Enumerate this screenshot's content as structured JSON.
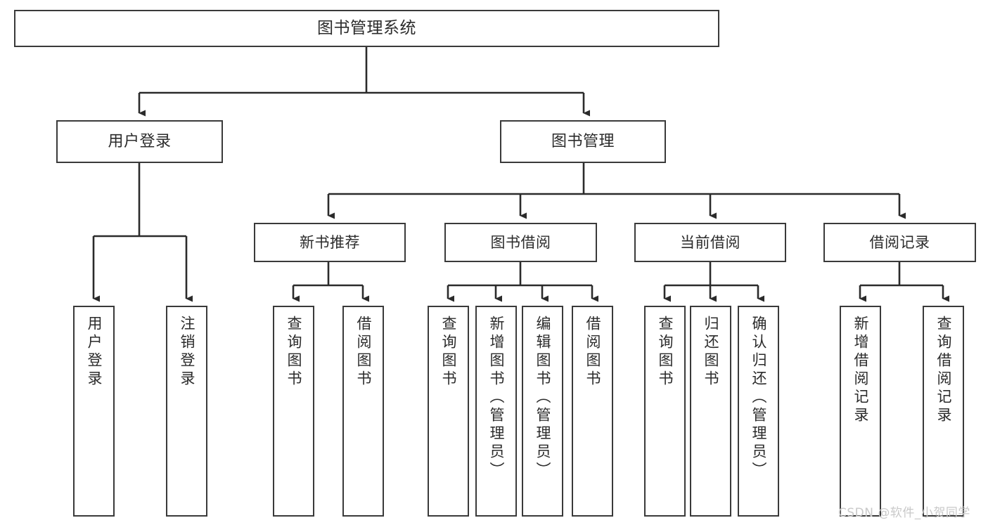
{
  "diagram": {
    "type": "tree",
    "title": "图书管理系统",
    "orientation": "top-down",
    "colors": {
      "box_border": "#3a3a3a",
      "box_fill": "#ffffff",
      "connector": "#2b2b2b",
      "text": "#2b2b2b",
      "background": "#ffffff",
      "watermark": "#c9c9c9"
    },
    "nodes": {
      "root": {
        "label": "图书管理系统"
      },
      "level1": [
        {
          "label": "用户登录"
        },
        {
          "label": "图书管理"
        }
      ],
      "level2": [
        {
          "label": "新书推荐"
        },
        {
          "label": "图书借阅"
        },
        {
          "label": "当前借阅"
        },
        {
          "label": "借阅记录"
        }
      ],
      "leaves": [
        {
          "label": "用户登录",
          "parent": "用户登录"
        },
        {
          "label": "注销登录",
          "parent": "用户登录"
        },
        {
          "label": "查询图书",
          "parent": "新书推荐"
        },
        {
          "label": "借阅图书",
          "parent": "新书推荐"
        },
        {
          "label": "查询图书",
          "parent": "图书借阅"
        },
        {
          "label": "新增图书（管理员）",
          "parent": "图书借阅"
        },
        {
          "label": "编辑图书（管理员）",
          "parent": "图书借阅"
        },
        {
          "label": "借阅图书",
          "parent": "图书借阅"
        },
        {
          "label": "查询图书",
          "parent": "当前借阅"
        },
        {
          "label": "归还图书",
          "parent": "当前借阅"
        },
        {
          "label": "确认归还（管理员）",
          "parent": "当前借阅"
        },
        {
          "label": "新增借阅记录",
          "parent": "借阅记录"
        },
        {
          "label": "查询借阅记录",
          "parent": "借阅记录"
        }
      ]
    }
  },
  "watermark": {
    "text": "CSDN @软件_小贺同学"
  }
}
